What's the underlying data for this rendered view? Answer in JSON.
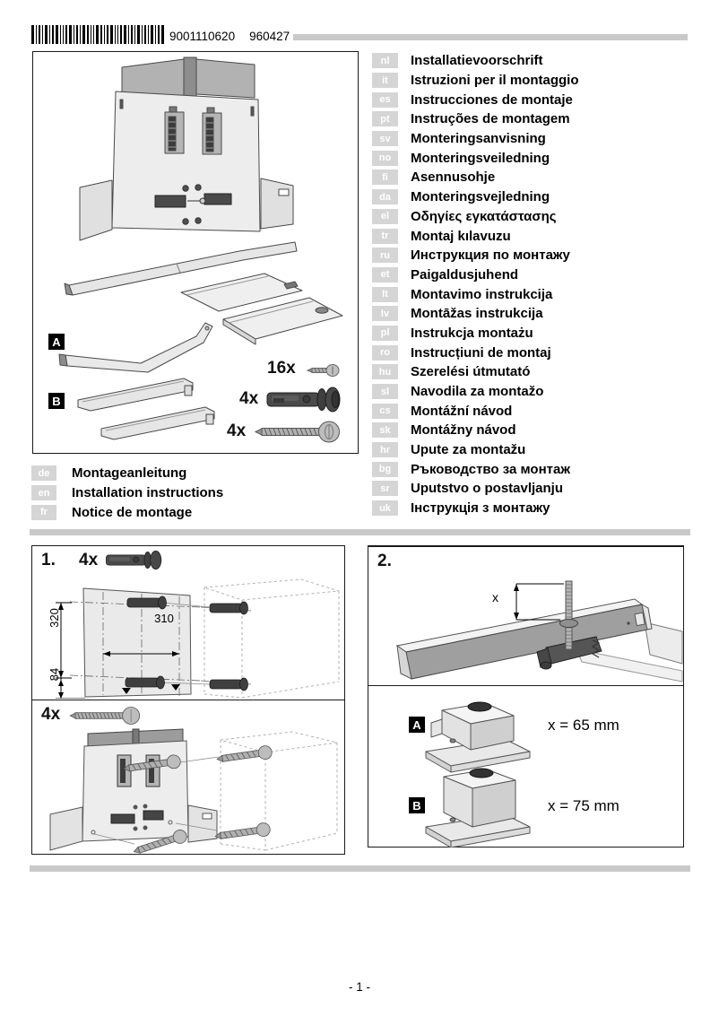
{
  "page": {
    "barcode_number": "9001110620",
    "barcode_code": "960427",
    "footer": "- 1 -",
    "colors": {
      "divider_gray": "#c9c9c9",
      "tag_gray": "#d5d5d5",
      "badge_black": "#000000"
    }
  },
  "parts_box": {
    "label_a": "A",
    "label_b": "B",
    "hardware": [
      {
        "qty": "16x",
        "icon": "short-screw-icon"
      },
      {
        "qty": "4x",
        "icon": "anchor-bolt-icon"
      },
      {
        "qty": "4x",
        "icon": "long-screw-icon"
      }
    ]
  },
  "languages_right": [
    {
      "code": "nl",
      "title": "Installatievoorschrift"
    },
    {
      "code": "it",
      "title": "Istruzioni per il montaggio"
    },
    {
      "code": "es",
      "title": "Instrucciones de montaje"
    },
    {
      "code": "pt",
      "title": "Instruções de montagem"
    },
    {
      "code": "sv",
      "title": "Monteringsanvisning"
    },
    {
      "code": "no",
      "title": "Monteringsveiledning"
    },
    {
      "code": "fi",
      "title": "Asennusohje"
    },
    {
      "code": "da",
      "title": "Monteringsvejledning"
    },
    {
      "code": "el",
      "title": "Οδηγίες εγκατάστασης"
    },
    {
      "code": "tr",
      "title": "Montaj kılavuzu"
    },
    {
      "code": "ru",
      "title": "Инструкция по монтажу"
    },
    {
      "code": "et",
      "title": "Paigaldusjuhend"
    },
    {
      "code": "lt",
      "title": "Montavimo instrukcija"
    },
    {
      "code": "lv",
      "title": "Montāžas instrukcija"
    },
    {
      "code": "pl",
      "title": "Instrukcja montażu"
    },
    {
      "code": "ro",
      "title": "Instrucțiuni de montaj"
    },
    {
      "code": "hu",
      "title": "Szerelési útmutató"
    },
    {
      "code": "sl",
      "title": "Navodila za montažo"
    },
    {
      "code": "cs",
      "title": "Montážní návod"
    },
    {
      "code": "sk",
      "title": "Montážny návod"
    },
    {
      "code": "hr",
      "title": "Upute za montažu"
    },
    {
      "code": "bg",
      "title": "Ръководство за монтаж"
    },
    {
      "code": "sr",
      "title": "Uputstvo o postavljanju"
    },
    {
      "code": "uk",
      "title": "Інструкція з монтажу"
    }
  ],
  "languages_left": [
    {
      "code": "de",
      "title": "Montageanleitung"
    },
    {
      "code": "en",
      "title": "Installation instructions"
    },
    {
      "code": "fr",
      "title": "Notice de montage"
    }
  ],
  "step1": {
    "number": "1.",
    "anchor_qty": "4x",
    "screw_qty": "4x",
    "dim_vertical": "320",
    "dim_horizontal": "310",
    "dim_offset": "84"
  },
  "step2": {
    "number": "2.",
    "dim_label": "x",
    "variants": [
      {
        "label": "A",
        "value": "x = 65 mm"
      },
      {
        "label": "B",
        "value": "x = 75 mm"
      }
    ]
  }
}
